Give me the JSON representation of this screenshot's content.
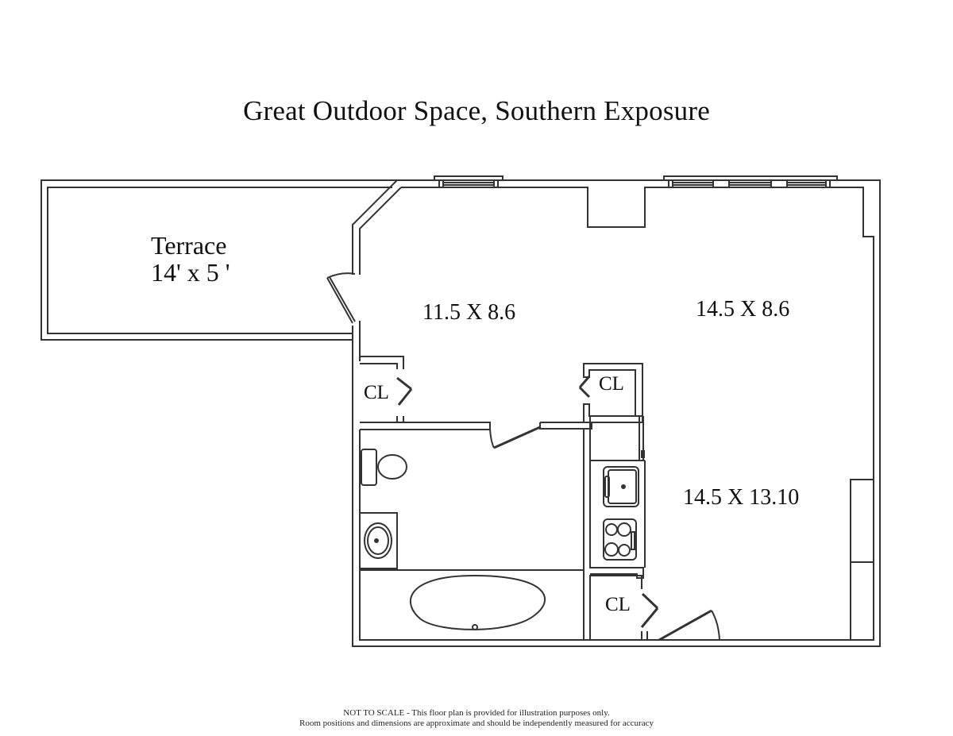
{
  "header": {
    "title": "Great Outdoor Space, Southern Exposure"
  },
  "rooms": {
    "terrace": {
      "name": "Terrace",
      "dims": "14' x 5 '"
    },
    "room_a": {
      "dims": "11.5 X 8.6"
    },
    "room_b": {
      "dims": "14.5 X 8.6"
    },
    "room_c": {
      "dims": "14.5 X 13.10"
    },
    "closet_1": {
      "label": "CL"
    },
    "closet_2": {
      "label": "CL"
    },
    "closet_3": {
      "label": "CL"
    }
  },
  "fixtures": [
    "toilet",
    "bathroom-sink",
    "bathtub",
    "kitchen-sink",
    "cooktop"
  ],
  "footer": {
    "line1": "NOT TO SCALE - This floor plan is provided for illustration purposes only.",
    "line2": "Room positions and dimensions are approximate and should be independently measured for accuracy"
  },
  "colors": {
    "line": "#333333",
    "background": "#ffffff"
  }
}
